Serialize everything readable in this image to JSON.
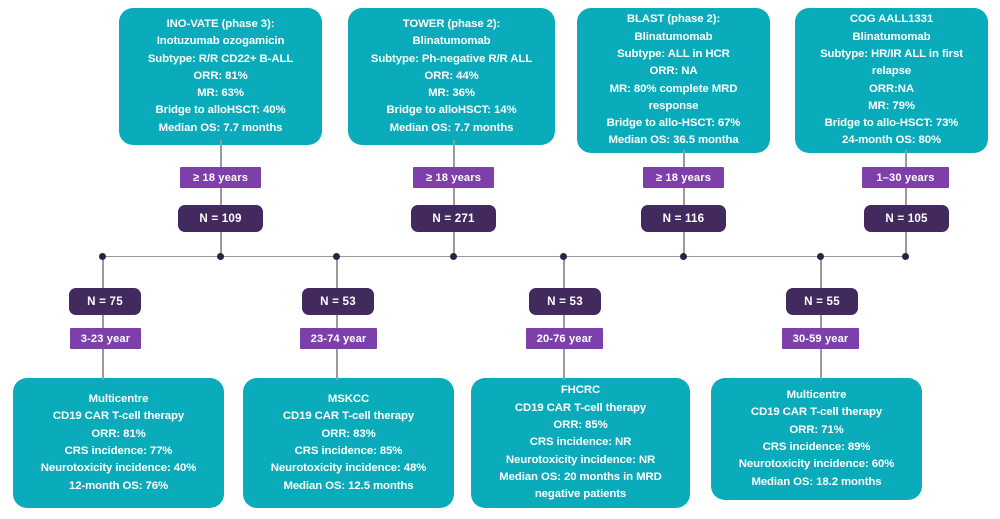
{
  "diagram": {
    "title": "Clinical trial flow: salvage therapies and CD19 CAR T-cell therapy outcomes in ALL",
    "colors": {
      "teal": "#0aabba",
      "badge_purple": "#7d3faa",
      "pill_purple": "#432a5e",
      "connector": "#9a9a9a",
      "dot": "#2b2344",
      "text_on_fill": "#ffffff"
    }
  },
  "top_studies": [
    {
      "id": "ino-vate",
      "lines": [
        "INO-VATE (phase 3):",
        "Inotuzumab ozogamicin",
        "Subtype: R/R CD22+ B-ALL",
        "ORR: 81%",
        "MR: 63%",
        "Bridge to alloHSCT: 40%",
        "Median OS: 7.7 months"
      ]
    },
    {
      "id": "tower",
      "lines": [
        "TOWER (phase 2):",
        "Blinatumomab",
        "Subtype: Ph-negative R/R ALL",
        "ORR: 44%",
        "MR: 36%",
        "Bridge to alloHSCT: 14%",
        "Median OS: 7.7 months"
      ]
    },
    {
      "id": "blast",
      "lines": [
        "BLAST (phase 2):",
        "Blinatumomab",
        "Subtype: ALL in HCR",
        "ORR: NA",
        "MR: 80% complete MRD response",
        "Bridge to allo-HSCT: 67%",
        "Median OS: 36.5 montha"
      ]
    },
    {
      "id": "cog-aall1331",
      "lines": [
        "COG AALL1331",
        "Blinatumomab",
        "Subtype: HR/IR ALL in first relapse",
        "ORR:NA",
        "MR: 79%",
        "Bridge to allo-HSCT: 73%",
        "24-month OS: 80%"
      ]
    }
  ],
  "top_age_badges": [
    {
      "id": "age-ino-vate",
      "label": "≥ 18 years"
    },
    {
      "id": "age-tower",
      "label": "≥ 18 years"
    },
    {
      "id": "age-blast",
      "label": "≥ 18 years"
    },
    {
      "id": "age-cog",
      "label": "1–30 years"
    }
  ],
  "top_n_pills": [
    {
      "id": "n-ino-vate",
      "label": "N = 109"
    },
    {
      "id": "n-tower",
      "label": "N = 271"
    },
    {
      "id": "n-blast",
      "label": "N = 116"
    },
    {
      "id": "n-cog",
      "label": "N = 105"
    }
  ],
  "bottom_n_pills": [
    {
      "id": "n-multicentre-1",
      "label": "N = 75"
    },
    {
      "id": "n-mskcc",
      "label": "N = 53"
    },
    {
      "id": "n-fhcrc",
      "label": "N = 53"
    },
    {
      "id": "n-multicentre-2",
      "label": "N = 55"
    }
  ],
  "bottom_age_badges": [
    {
      "id": "age-multicentre-1",
      "label": "3-23 year"
    },
    {
      "id": "age-mskcc",
      "label": "23-74 year"
    },
    {
      "id": "age-fhcrc",
      "label": "20-76 year"
    },
    {
      "id": "age-multicentre-2",
      "label": "30-59 year"
    }
  ],
  "bottom_studies": [
    {
      "id": "multicentre-1",
      "lines": [
        "Multicentre",
        "CD19 CAR T-cell therapy",
        "ORR: 81%",
        "CRS incidence: 77%",
        "Neurotoxicity incidence: 40%",
        "12-month OS: 76%"
      ]
    },
    {
      "id": "mskcc",
      "lines": [
        "MSKCC",
        "CD19 CAR T-cell therapy",
        "ORR: 83%",
        "CRS incidence: 85%",
        "Neurotoxicity incidence: 48%",
        "Median OS: 12.5 months"
      ]
    },
    {
      "id": "fhcrc",
      "lines": [
        "FHCRC",
        "CD19 CAR T-cell therapy",
        "ORR: 85%",
        "CRS incidence: NR",
        "Neurotoxicity incidence: NR",
        "Median OS: 20 months in MRD negative patients"
      ]
    },
    {
      "id": "multicentre-2",
      "lines": [
        "Multicentre",
        "CD19 CAR T-cell therapy",
        "ORR: 71%",
        "CRS incidence: 89%",
        "Neurotoxicity incidence: 60%",
        "Median OS: 18.2 months"
      ]
    }
  ]
}
